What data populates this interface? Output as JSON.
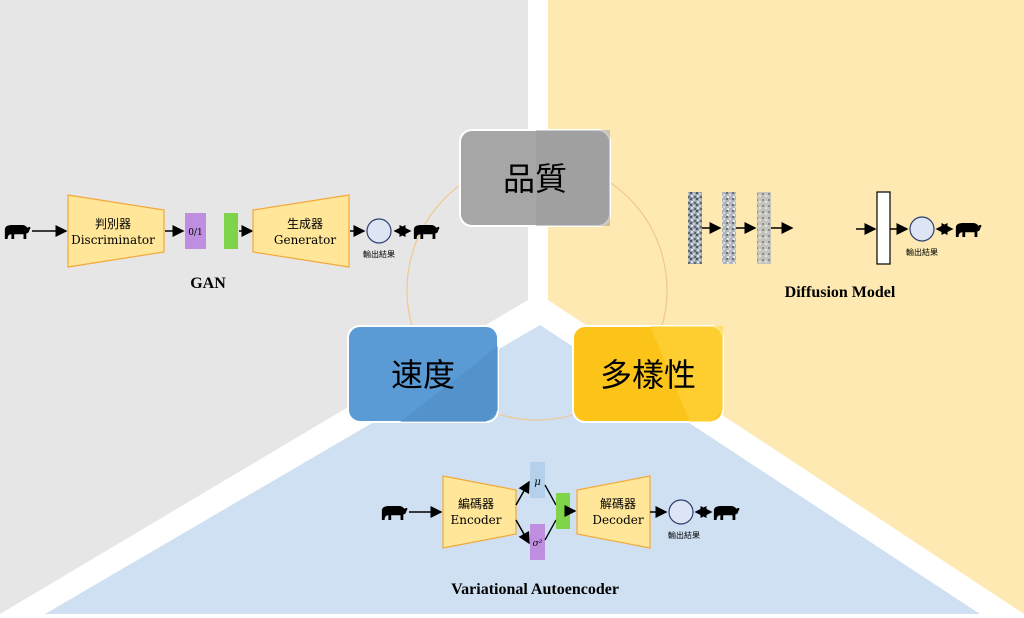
{
  "center": {
    "quality": "品質",
    "speed": "速度",
    "diversity": "多樣性"
  },
  "gan": {
    "title": "GAN",
    "discriminator_cn": "判別器",
    "discriminator_en": "Discriminator",
    "binary_label": "0/1",
    "generator_cn": "生成器",
    "generator_en": "Generator",
    "output_label": "輸出結果"
  },
  "diffusion": {
    "title": "Diffusion Model",
    "output_label": "輸出結果"
  },
  "vae": {
    "title": "Variational Autoencoder",
    "encoder_cn": "編碼器",
    "encoder_en": "Encoder",
    "mu_label": "μ",
    "sigma_label": "σ²",
    "decoder_cn": "解碼器",
    "decoder_en": "Decoder",
    "output_label": "輸出結果"
  },
  "colors": {
    "gan_bg": "#e6e6e6",
    "diffusion_bg": "#fde9b1",
    "vae_bg": "#cfe0f2",
    "quality_box": "#a6a6a6",
    "speed_box": "#5b9bd5",
    "diversity_box": "#fcc419",
    "trapezoid_fill": "#ffe699",
    "trapezoid_stroke": "#f4a83a",
    "purple": "#c08ee0",
    "green": "#7ed348",
    "light_blue": "#b4d0ea"
  }
}
